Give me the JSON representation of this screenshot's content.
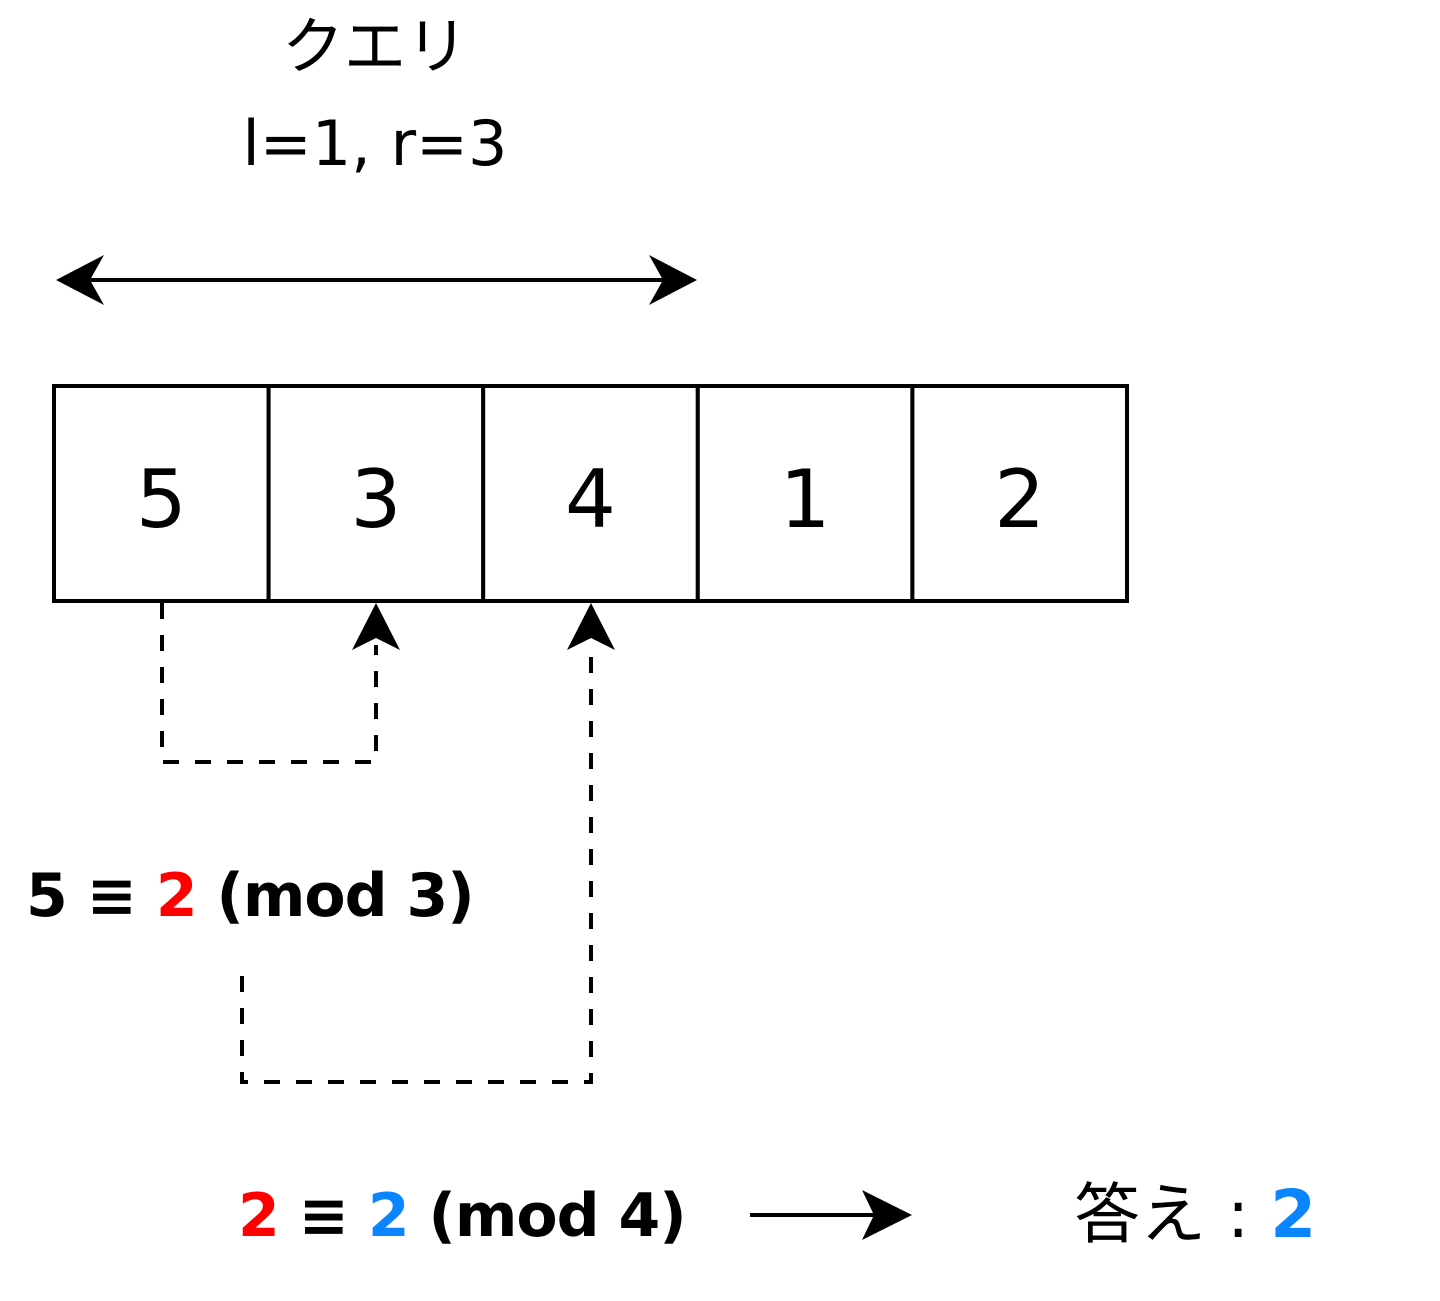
{
  "title": {
    "line1": "クエリ",
    "line2": "l=1, r=3"
  },
  "array": {
    "values": [
      "5",
      "3",
      "4",
      "1",
      "2"
    ],
    "query_range": {
      "l": 1,
      "r": 3
    }
  },
  "equations": {
    "first": {
      "lhs": "5",
      "symbol": "≡",
      "rhs": "2",
      "mod": "(mod 3)"
    },
    "second": {
      "lhs": "2",
      "symbol": "≡",
      "rhs": "2",
      "mod": "(mod 4)"
    }
  },
  "answer": {
    "label": "答え：",
    "label_text": "答え",
    "colon": ":",
    "value": "2"
  },
  "colors": {
    "red": "#ff0000",
    "blue": "#0a84ff",
    "stroke": "#000000"
  }
}
